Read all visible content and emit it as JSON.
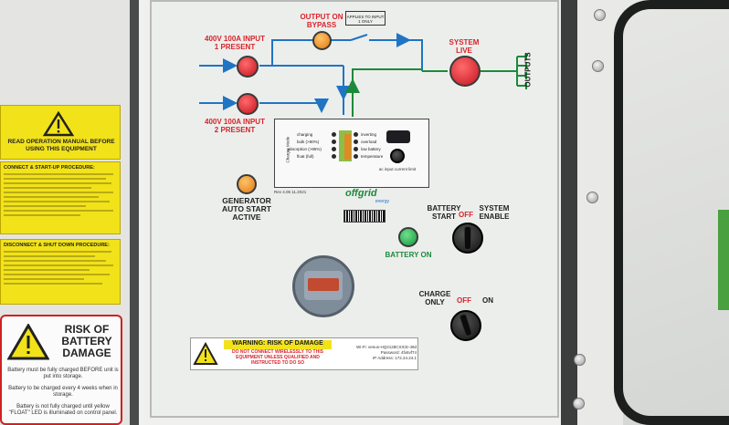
{
  "left_stickers": {
    "manual_title": "READ OPERATION MANUAL BEFORE USING THIS EQUIPMENT",
    "connect_heading": "CONNECT & START-UP PROCEDURE:",
    "disconnect_heading": "DISCONNECT & SHUT DOWN PROCEDURE:",
    "risk_title": "RISK OF BATTERY DAMAGE",
    "risk_note_1": "Battery must be fully charged BEFORE unit is put into storage.",
    "risk_note_2": "Battery to be charged every 4 weeks when in storage.",
    "risk_note_3": "Battery is not fully charged until yellow \"FLOAT\" LED is illuminated on control panel."
  },
  "panel": {
    "output_on_bypass": "OUTPUT ON BYPASS",
    "applies_note": "APPLIES TO INPUT 1 ONLY",
    "input1": "400V 100A INPUT 1 PRESENT",
    "input2": "400V 100A INPUT 2 PRESENT",
    "system_live": "SYSTEM LIVE",
    "outputs": "OUTPUTS",
    "generator": "GENERATOR AUTO START ACTIVE",
    "battery_on": "BATTERY ON",
    "battery_start": "BATTERY START",
    "off": "OFF",
    "system_enable": "SYSTEM ENABLE",
    "charge_only": "CHARGE ONLY",
    "on": "ON",
    "rev": "Rev 4.05 11.2021"
  },
  "module": {
    "side_label": "Charger Mode",
    "rows_left": [
      "charging",
      "bulk (>80%)",
      "absorption (>85%)",
      "float (full)"
    ],
    "rows_right": [
      "inverting",
      "overload",
      "low battery",
      "temperature"
    ],
    "ac_input": "ac input current limit"
  },
  "logo": {
    "text": "offgrid",
    "sub": "energy"
  },
  "warning": {
    "title": "WARNING: RISK OF DAMAGE",
    "body": "DO NOT CONNECT WIRELESSLY TO THIS EQUIPMENT UNLESS QUALIFIED AND INSTRUCTED TO DO SO"
  },
  "wifi": {
    "ssid": "Wi-Fi: venus-HQ2128CXICE-49d",
    "password": "Password: 4fx6vf74",
    "ip": "IP Address: 172.24.24.1"
  },
  "colors": {
    "label_red": "#d8232a",
    "label_green": "#1c8a3a",
    "flow_blue": "#1f74c4",
    "flow_green": "#1c8a3a"
  }
}
